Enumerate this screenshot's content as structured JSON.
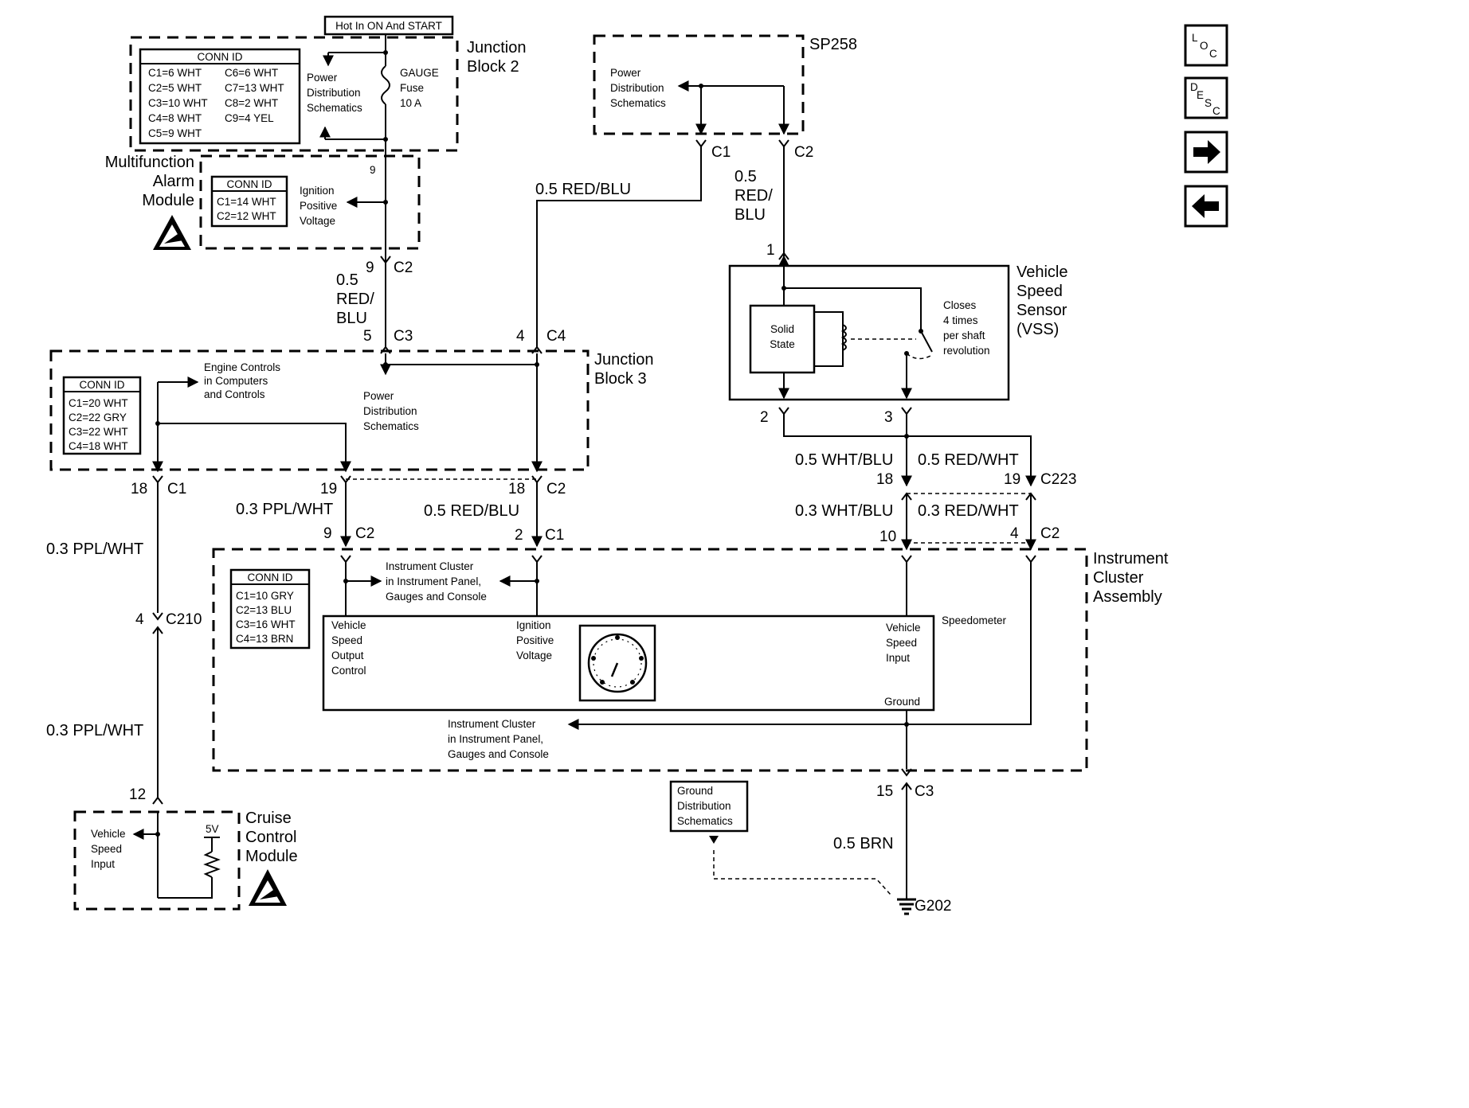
{
  "junction_block_2": {
    "title": [
      "Junction",
      "Block 2"
    ],
    "hot_label": "Hot In ON And START",
    "conn_id": {
      "header": "CONN ID",
      "left": [
        "C1=6 WHT",
        "C2=5 WHT",
        "C3=10 WHT",
        "C4=8 WHT",
        "C5=9 WHT"
      ],
      "right": [
        "C6=6 WHT",
        "C7=13 WHT",
        "C8=2 WHT",
        "C9=4 YEL"
      ]
    },
    "power_dist": [
      "Power",
      "Distribution",
      "Schematics"
    ],
    "fuse": [
      "GAUGE",
      "Fuse",
      "10 A"
    ]
  },
  "multifunction_alarm": {
    "title": [
      "Multifunction",
      "Alarm",
      "Module"
    ],
    "conn_id": {
      "header": "CONN ID",
      "rows": [
        "C1=14 WHT",
        "C2=12 WHT"
      ]
    },
    "ignition": [
      "Ignition",
      "Positive",
      "Voltage"
    ],
    "pin_top": "9"
  },
  "sp258": {
    "title": "SP258",
    "power_dist": [
      "Power",
      "Distribution",
      "Schematics"
    ],
    "c1": "C1",
    "c2": "C2"
  },
  "wires": {
    "red_blu_top": "0.5 RED/BLU",
    "red_blu_vss": [
      "0.5",
      "RED/",
      "BLU"
    ],
    "red_blu_left": [
      "0.5",
      "RED/",
      "BLU"
    ],
    "ppl_wht_03": "0.3 PPL/WHT",
    "red_blu_05": "0.5 RED/BLU",
    "wht_blu_05": "0.5 WHT/BLU",
    "red_wht_05": "0.5 RED/WHT",
    "wht_blu_03": "0.3 WHT/BLU",
    "red_wht_03": "0.3 RED/WHT",
    "ppl_wht_left1": "0.3 PPL/WHT",
    "ppl_wht_left2": "0.3 PPL/WHT",
    "brn": "0.5 BRN"
  },
  "pins": {
    "jb2_9": "9",
    "c2_top": "C2",
    "jb3_5": "5",
    "jb3_c3": "C3",
    "jb3_4": "4",
    "jb3_c4": "C4",
    "vss_1": "1",
    "vss_2": "2",
    "vss_3": "3",
    "jb3_18": "18",
    "jb3_c1": "C1",
    "jb3_19": "19",
    "jb3_18b": "18",
    "jb3_c2": "C2",
    "ic_9": "9",
    "ic_c2": "C2",
    "ic_2": "2",
    "ic_c1": "C1",
    "c223_18": "18",
    "c223_19": "19",
    "c223": "C223",
    "ic_10": "10",
    "ic_4": "4",
    "ic_c2b": "C2",
    "c210_4": "4",
    "c210": "C210",
    "ccm_12": "12",
    "ic_15": "15",
    "ic_c3": "C3",
    "g202": "G202"
  },
  "vss": {
    "title": [
      "Vehicle",
      "Speed",
      "Sensor",
      "(VSS)"
    ],
    "solid_state": [
      "Solid",
      "State"
    ],
    "closes": [
      "Closes",
      "4 times",
      "per shaft",
      "revolution"
    ]
  },
  "junction_block_3": {
    "title": [
      "Junction",
      "Block 3"
    ],
    "conn_id": {
      "header": "CONN ID",
      "rows": [
        "C1=20 WHT",
        "C2=22 GRY",
        "C3=22 WHT",
        "C4=18 WHT"
      ]
    },
    "engine_controls": [
      "Engine Controls",
      "in Computers",
      "and Controls"
    ],
    "power_dist": [
      "Power",
      "Distribution",
      "Schematics"
    ]
  },
  "instrument_cluster": {
    "title": [
      "Instrument",
      "Cluster",
      "Assembly"
    ],
    "conn_id": {
      "header": "CONN ID",
      "rows": [
        "C1=10 GRY",
        "C2=13 BLU",
        "C3=16 WHT",
        "C4=13 BRN"
      ]
    },
    "ic_ref_top": [
      "Instrument Cluster",
      "in Instrument Panel,",
      "Gauges and Console"
    ],
    "ic_ref_bottom": [
      "Instrument Cluster",
      "in Instrument Panel,",
      "Gauges and Console"
    ],
    "vsoc": [
      "Vehicle",
      "Speed",
      "Output",
      "Control"
    ],
    "ipv": [
      "Ignition",
      "Positive",
      "Voltage"
    ],
    "vsi": [
      "Vehicle",
      "Speed",
      "Input"
    ],
    "speedometer": "Speedometer",
    "ground": "Ground"
  },
  "ground_dist": [
    "Ground",
    "Distribution",
    "Schematics"
  ],
  "cruise": {
    "title": [
      "Cruise",
      "Control",
      "Module"
    ],
    "vsi": [
      "Vehicle",
      "Speed",
      "Input"
    ],
    "five_v": "5V"
  },
  "side_buttons": [
    {
      "name": "loc",
      "glyphs": [
        "L",
        "O",
        "C"
      ]
    },
    {
      "name": "desc",
      "glyphs": [
        "D",
        "E",
        "S",
        "C"
      ]
    },
    {
      "name": "next",
      "icon": "arrow-right-icon"
    },
    {
      "name": "prev",
      "icon": "arrow-left-icon"
    }
  ]
}
